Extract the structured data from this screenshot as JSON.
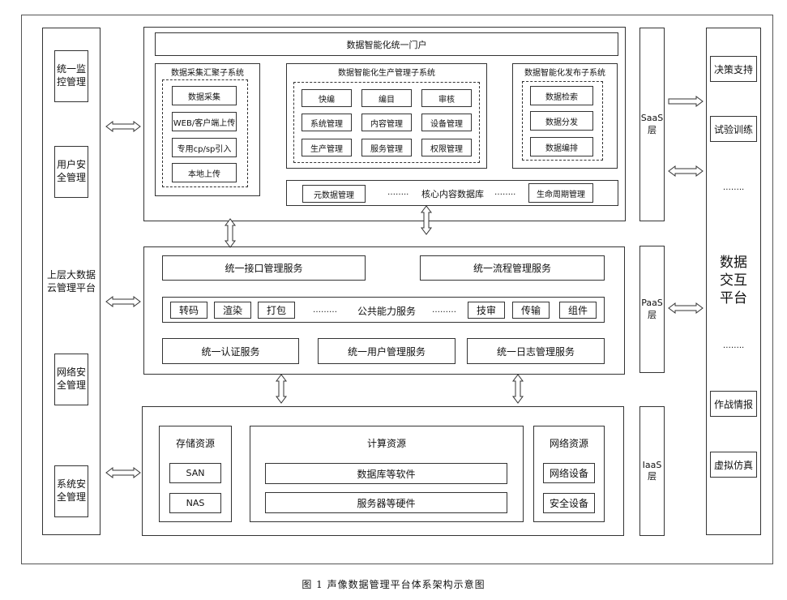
{
  "left_panel": {
    "monitor": "统一监\n控管理",
    "user_security": "用户安\n全管理",
    "cloud_platform": "上层大数据\n云管理平台",
    "network_security": "网络安\n全管理",
    "system_security": "系统安\n全管理"
  },
  "saas": {
    "portal": "数据智能化统一门户",
    "collection": {
      "title": "数据采集汇聚子系统",
      "items": [
        "数据采集",
        "WEB/客户端上传",
        "专用cp/sp引入",
        "本地上传"
      ]
    },
    "production": {
      "title": "数据智能化生产管理子系统",
      "items": [
        "快编",
        "编目",
        "审核",
        "系统管理",
        "内容管理",
        "设备管理",
        "生产管理",
        "服务管理",
        "权限管理"
      ]
    },
    "publish": {
      "title": "数据智能化发布子系统",
      "items": [
        "数据检索",
        "数据分发",
        "数据编排"
      ]
    },
    "core_db": {
      "left": "元数据管理",
      "dots1": "……..",
      "center": "核心内容数据库",
      "dots2": "……..",
      "right": "生命周期管理"
    }
  },
  "paas": {
    "interface": "统一接口管理服务",
    "workflow": "统一流程管理服务",
    "public": {
      "items_left": [
        "转码",
        "渲染",
        "打包"
      ],
      "dots1": "………",
      "center": "公共能力服务",
      "dots2": "………",
      "items_right": [
        "技审",
        "传输",
        "组件"
      ]
    },
    "auth": "统一认证服务",
    "user_mgmt": "统一用户管理服务",
    "log_mgmt": "统一日志管理服务"
  },
  "iaas": {
    "storage": {
      "title": "存储资源",
      "items": [
        "SAN",
        "NAS"
      ]
    },
    "compute": {
      "title": "计算资源",
      "items": [
        "数据库等软件",
        "服务器等硬件"
      ]
    },
    "network": {
      "title": "网络资源",
      "items": [
        "网络设备",
        "安全设备"
      ]
    }
  },
  "layers": {
    "saas": "SaaS\n层",
    "paas": "PaaS\n层",
    "iaas": "IaaS\n层"
  },
  "right_panel": {
    "decision": "决策支持",
    "training": "试验训练",
    "dots1": "……..",
    "platform": "数据\n交互\n平台",
    "dots2": "……..",
    "combat": "作战情报",
    "simulation": "虚拟仿真"
  },
  "caption": "图 1   声像数据管理平台体系架构示意图"
}
